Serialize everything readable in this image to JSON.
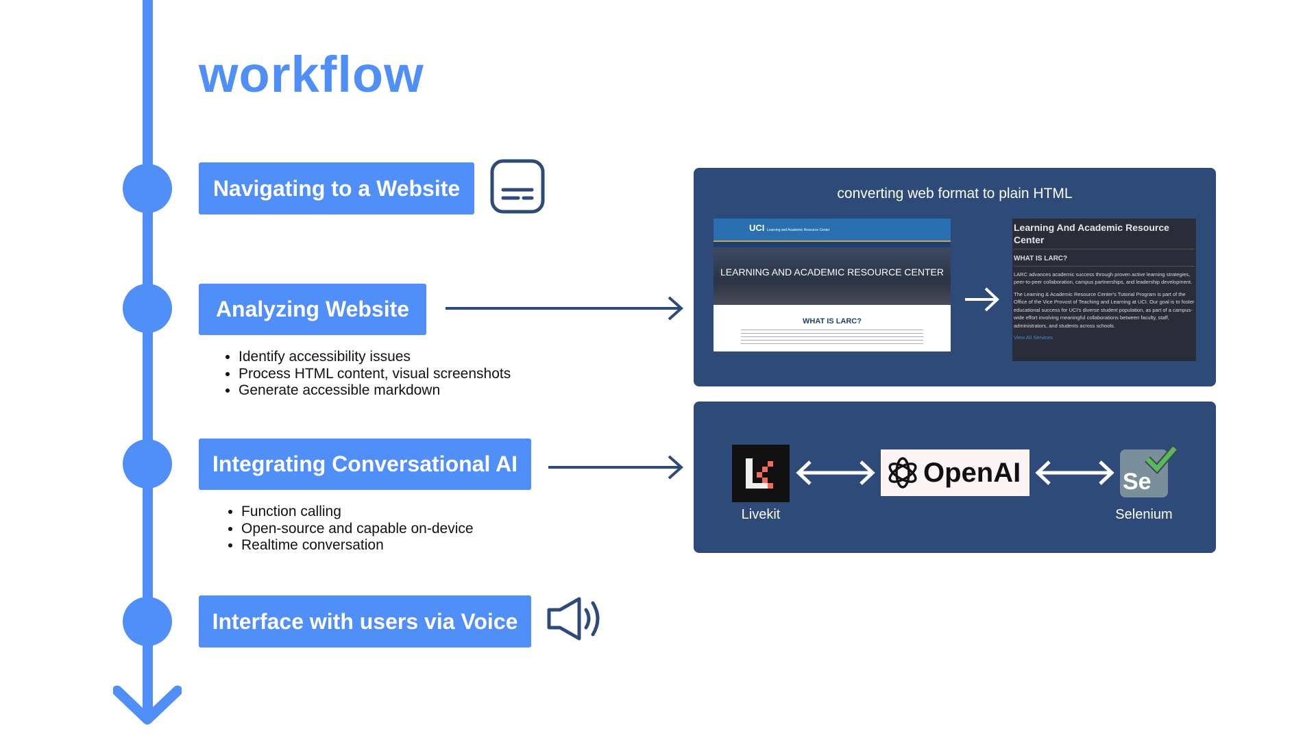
{
  "title": "workflow",
  "steps": [
    {
      "label": "Navigating to a Website",
      "icon": "subtitles-icon"
    },
    {
      "label": "Analyzing Website",
      "bullets": [
        "Identify accessibility issues",
        "Process HTML content, visual screenshots",
        "Generate accessible markdown"
      ]
    },
    {
      "label": "Integrating Conversational AI",
      "bullets": [
        "Function calling",
        "Open-source and capable on-device",
        "Realtime conversation"
      ]
    },
    {
      "label": "Interface with users via Voice",
      "icon": "speaker-icon"
    }
  ],
  "conversion_panel": {
    "title": "converting web format to plain HTML",
    "website": {
      "logo": "UCI",
      "org": "Learning and Academic Resource Center",
      "hero": "LEARNING AND ACADEMIC RESOURCE CENTER",
      "heading": "WHAT IS LARC?"
    },
    "plain": {
      "title": "Learning And Academic Resource Center",
      "heading": "WHAT IS LARC?",
      "p1": "LARC advances academic success through proven active learning strategies, peer-to-peer collaboration, campus partnerships, and leadership development.",
      "p2": "The Learning & Academic Resource Center's Tutorial Program is part of the Office of the Vice Provost of Teaching and Learning at UCI. Our goal is to foster educational success for UCI's diverse student population, as part of a campus-wide effort involving meaningful collaborations between faculty, staff, administrators, and students across schools.",
      "link": "View All Services"
    }
  },
  "integration_panel": {
    "livekit": "Livekit",
    "openai": "OpenAI",
    "selenium": "Selenium",
    "selenium_logo": "Se"
  },
  "colors": {
    "accent": "#4f8ff7",
    "panel": "#2e4a78",
    "navy": "#2d4a78"
  }
}
